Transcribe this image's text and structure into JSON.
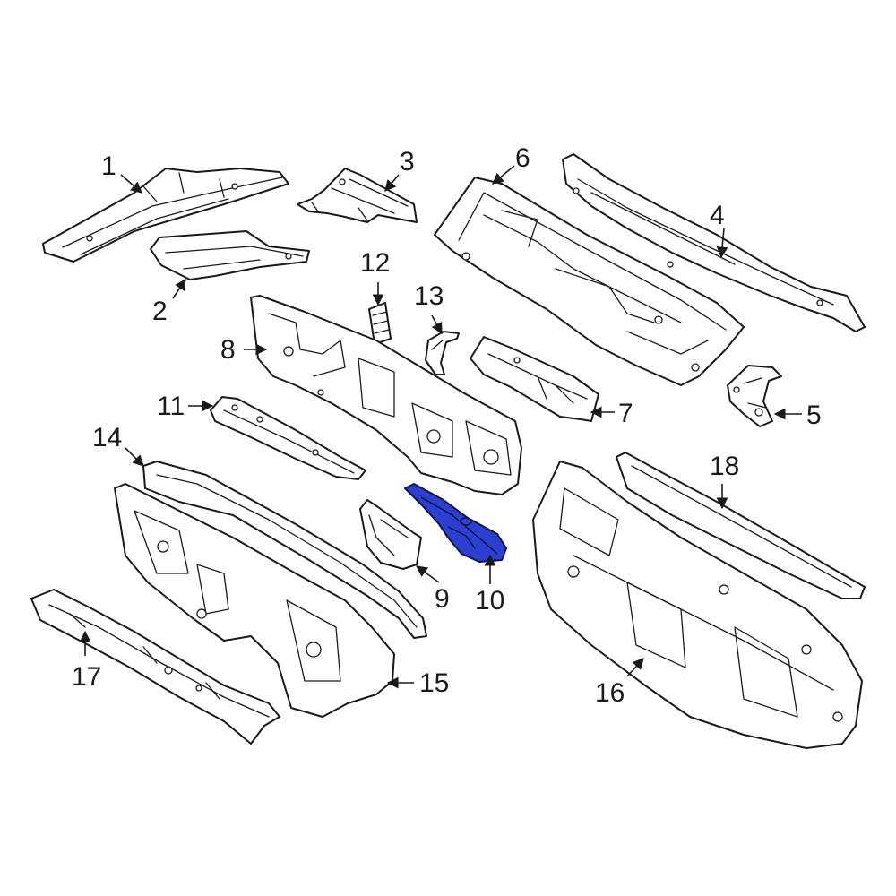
{
  "diagram": {
    "highlight_color": "#2b3fd1",
    "line_color": "#1a1a1a",
    "highlighted_part": "10",
    "callouts": [
      {
        "id": "c1",
        "label": "1"
      },
      {
        "id": "c2",
        "label": "2"
      },
      {
        "id": "c3",
        "label": "3"
      },
      {
        "id": "c4",
        "label": "4"
      },
      {
        "id": "c5",
        "label": "5"
      },
      {
        "id": "c6",
        "label": "6"
      },
      {
        "id": "c7",
        "label": "7"
      },
      {
        "id": "c8",
        "label": "8"
      },
      {
        "id": "c9",
        "label": "9"
      },
      {
        "id": "c10",
        "label": "10"
      },
      {
        "id": "c11",
        "label": "11"
      },
      {
        "id": "c12",
        "label": "12"
      },
      {
        "id": "c13",
        "label": "13"
      },
      {
        "id": "c14",
        "label": "14"
      },
      {
        "id": "c15",
        "label": "15"
      },
      {
        "id": "c16",
        "label": "16"
      },
      {
        "id": "c17",
        "label": "17"
      },
      {
        "id": "c18",
        "label": "18"
      }
    ]
  }
}
